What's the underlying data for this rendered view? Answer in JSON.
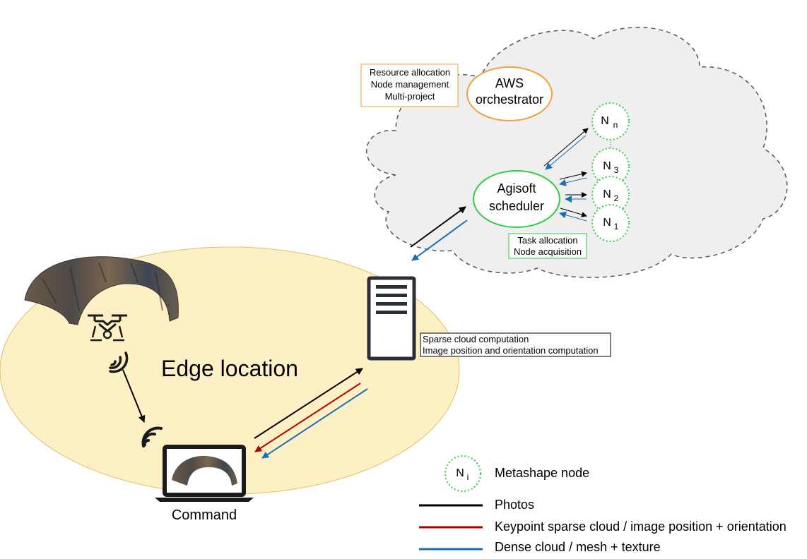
{
  "cloud": {
    "orchestrator": {
      "line1": "AWS",
      "line2": "orchestrator"
    },
    "orchestrator_note": {
      "line1": "Resource allocation",
      "line2": "Node management",
      "line3": "Multi-project"
    },
    "scheduler": {
      "line1": "Agisoft",
      "line2": "scheduler"
    },
    "scheduler_note": {
      "line1": "Task allocation",
      "line2": "Node acquisition"
    },
    "nodes": [
      {
        "base": "N",
        "sub": "n"
      },
      {
        "base": "N",
        "sub": "3"
      },
      {
        "base": "N",
        "sub": "2"
      },
      {
        "base": "N",
        "sub": "1"
      }
    ]
  },
  "edge": {
    "title": "Edge location",
    "server_note": {
      "line1": "Sparse cloud computation",
      "line2": "Image position and orientation computation"
    },
    "laptop_label": "Command"
  },
  "legend": {
    "node": {
      "symbol_base": "N",
      "symbol_sub": "i",
      "label": "Metashape node"
    },
    "items": [
      {
        "label": "Photos",
        "color": "#000000"
      },
      {
        "label": "Keypoint sparse cloud / image position + orientation",
        "color": "#b20000"
      },
      {
        "label": "Dense cloud / mesh + texture",
        "color": "#1a6fb0"
      }
    ]
  },
  "colors": {
    "edge_fill": "#fdf0c4",
    "edge_stroke": "#d9c46a",
    "cloud_fill": "#efefef",
    "orchestrator": "#f0a040",
    "scheduler": "#2ecc40",
    "node": "#2ecc40",
    "dark": "#2b2f36"
  }
}
